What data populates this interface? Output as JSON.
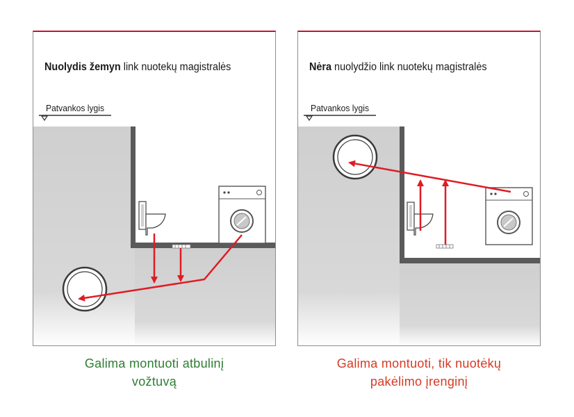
{
  "panels": {
    "left": {
      "title_bold": "Nuolydis žemyn",
      "title_rest": " link nuotekų magistralės",
      "level_label": "Patvankos lygis"
    },
    "right": {
      "title_bold": "Nėra",
      "title_rest": " nuolydžio link nuotekų magistralės",
      "level_label": "Patvankos lygis"
    }
  },
  "captions": {
    "left": {
      "line1": "Galima montuoti atbulinį",
      "line2": "vožtuvą",
      "color": "#2e7d32"
    },
    "right": {
      "line1": "Galima montuoti, tik nuotėkų",
      "line2": "pakėlimo įrenginį",
      "color": "#d63a25"
    }
  },
  "colors": {
    "accent": "#c8102e",
    "arrow": "#e01b24",
    "ground": "#cfcfcf",
    "wall": "#595959"
  }
}
